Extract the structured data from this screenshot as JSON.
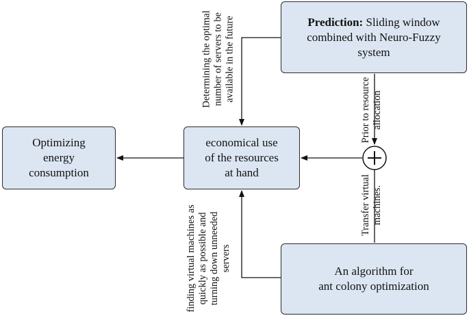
{
  "boxes": {
    "prediction": {
      "bold_label": "Prediction:",
      "line1_rest": " Sliding window",
      "line2": "combined with Neuro-Fuzzy",
      "line3": "system"
    },
    "energy": {
      "line1": "Optimizing",
      "line2": "energy",
      "line3": "consumption"
    },
    "resources": {
      "line1": "economical use",
      "line2": "of the resources",
      "line3": "at hand"
    },
    "aco": {
      "line1": "An algorithm for",
      "line2": "ant colony optimization"
    }
  },
  "edge_labels": {
    "determining": {
      "line1": "Determining the optimal",
      "line2": "number of servers to be",
      "line3": "available in the future"
    },
    "prior": {
      "line1": "Prior to resource",
      "line2": "allocation"
    },
    "transfer": {
      "line1": "Transfer virtual",
      "line2": "machines."
    },
    "finding": {
      "line1": "finding virtual machines as",
      "line2": "quickly as possible and",
      "line3": "turning down unneeded",
      "line4": "servers"
    }
  },
  "colors": {
    "box_fill": "#dce6f2",
    "stroke": "#2b2b2b"
  },
  "icons": {
    "junction": "plus-circle-icon"
  }
}
